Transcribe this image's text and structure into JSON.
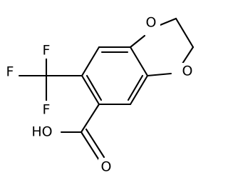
{
  "molecule": {
    "atoms": {
      "o_ring_top": "O",
      "o_ring_bottom": "O",
      "f_top": "F",
      "f_left": "F",
      "f_bottom": "F",
      "ho_label": "HO",
      "o_carbonyl": "O"
    }
  }
}
